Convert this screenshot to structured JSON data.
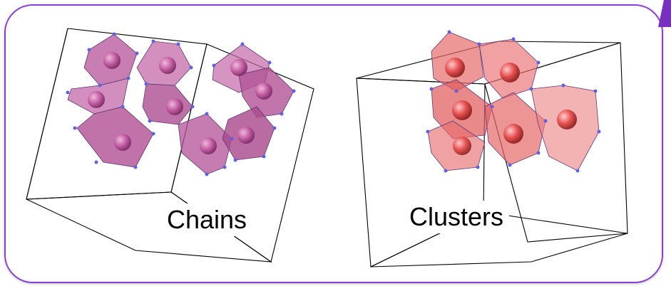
{
  "panels": [
    {
      "label": "Chains",
      "polyhedron_color": "#c060a8",
      "accent": "purple"
    },
    {
      "label": "Clusters",
      "polyhedron_color": "#e85a5a",
      "accent": "red"
    }
  ],
  "colors": {
    "border": "#8a3fd4",
    "vertex": "#5a5ad8",
    "edge": "#000000"
  }
}
